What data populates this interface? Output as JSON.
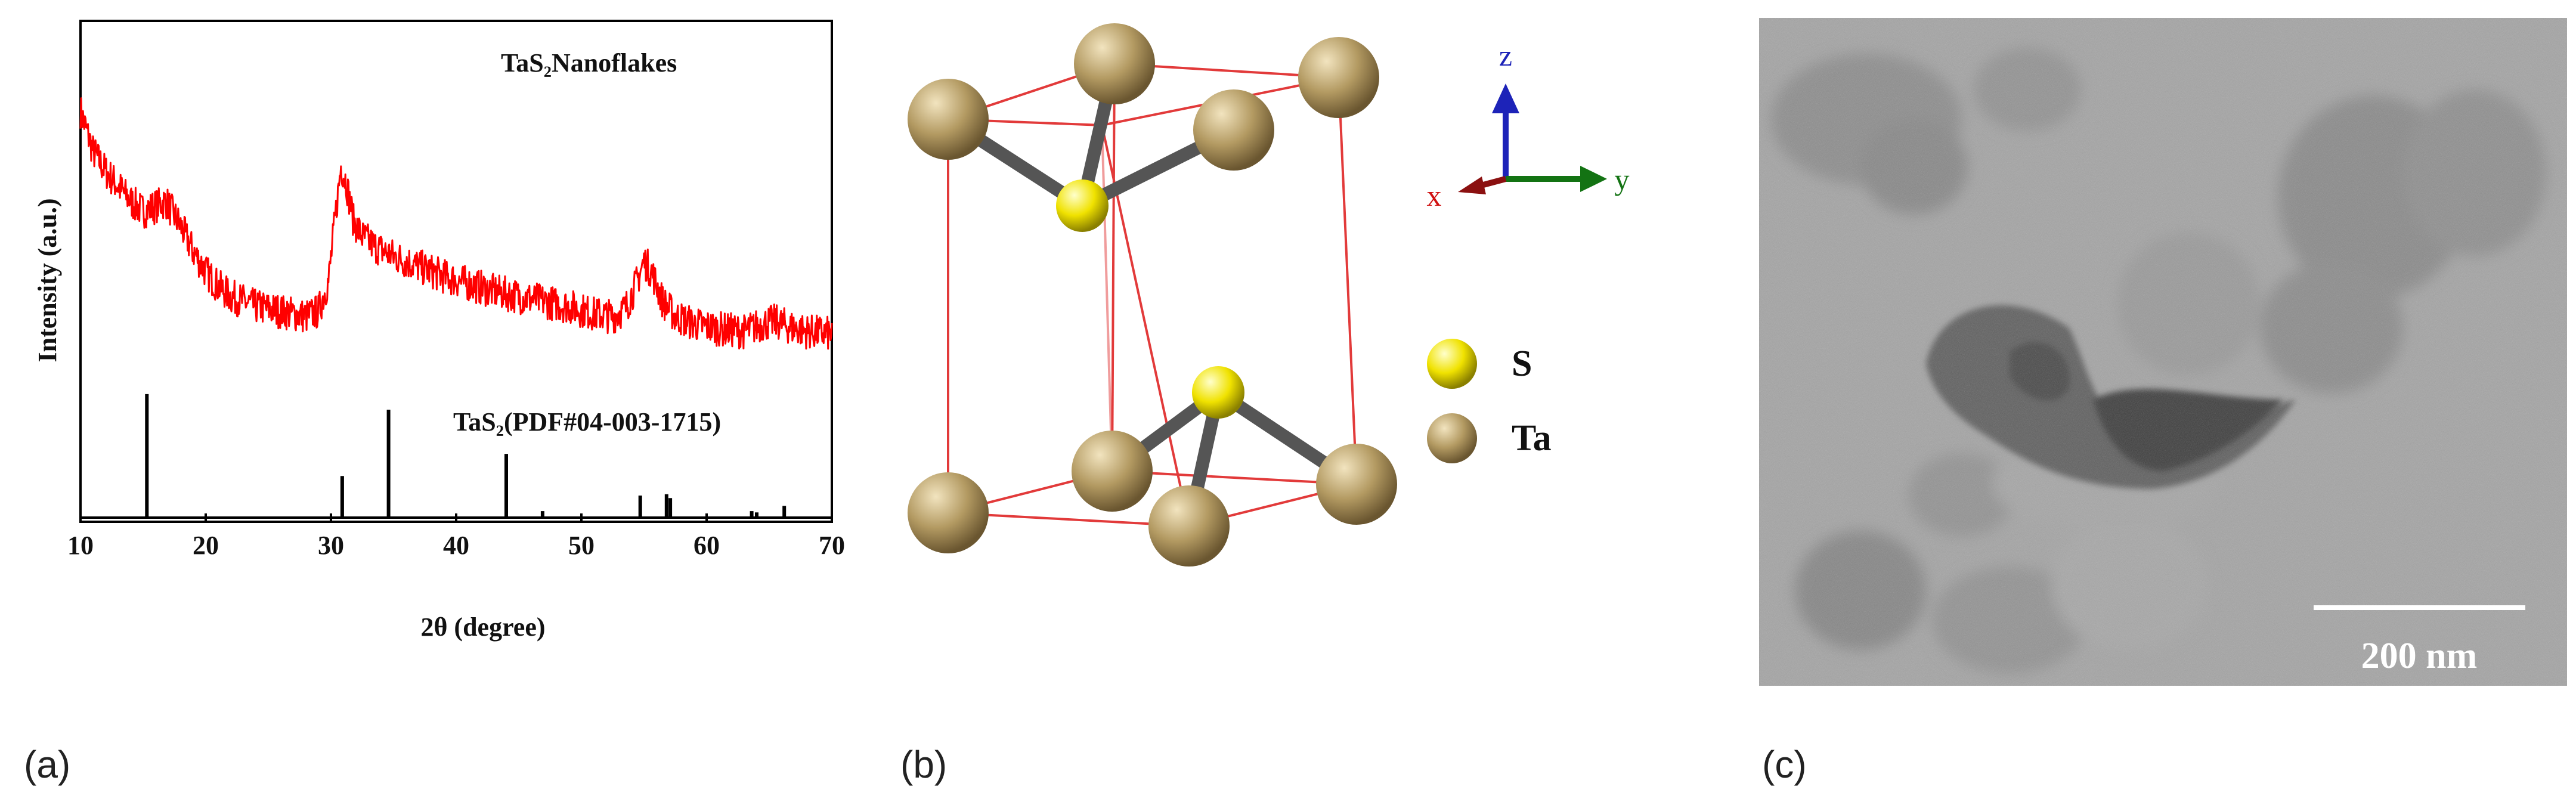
{
  "chart_data": {
    "type": "line",
    "xlabel": "2θ (degree)",
    "ylabel": "Intensity (a.u.)",
    "xlim": [
      10,
      70
    ],
    "xticks": [
      10,
      20,
      30,
      40,
      50,
      60,
      70
    ],
    "ylim": [
      0,
      100
    ],
    "grid": false,
    "series": [
      {
        "name": "TaS₂Nanoflakes",
        "color": "#ff0000",
        "x": [
          10,
          11,
          12,
          13,
          14,
          15,
          16,
          16.8,
          18,
          19,
          20,
          21,
          22,
          23,
          24,
          25,
          26,
          27,
          28,
          29,
          29.8,
          30.4,
          30.8,
          31.2,
          31.8,
          32.5,
          33.5,
          35,
          37,
          39,
          41,
          43,
          45,
          47,
          49,
          51,
          52.5,
          53.5,
          54.3,
          55,
          55.6,
          56.5,
          57.5,
          59,
          61,
          63,
          64.5,
          65.5,
          66.5,
          68,
          70
        ],
        "y": [
          82,
          74,
          70,
          67,
          64,
          62,
          63,
          64,
          59,
          54,
          50,
          47,
          45,
          44,
          43,
          42.5,
          42,
          41.5,
          41,
          42,
          48,
          62,
          71,
          68,
          60,
          57,
          55,
          53,
          51,
          49,
          47.5,
          46,
          45,
          44,
          43,
          41.5,
          41,
          42.5,
          47,
          52,
          50,
          44,
          41,
          39.5,
          38.5,
          38,
          39.5,
          40,
          39,
          38,
          37.5
        ]
      }
    ],
    "reference": {
      "name": "TaS₂(PDF#04-003-1715)",
      "color": "#000000",
      "peaks": [
        {
          "x": 15.3,
          "h": 95
        },
        {
          "x": 30.9,
          "h": 32
        },
        {
          "x": 34.6,
          "h": 83
        },
        {
          "x": 44.0,
          "h": 49
        },
        {
          "x": 46.9,
          "h": 5
        },
        {
          "x": 54.7,
          "h": 17
        },
        {
          "x": 56.8,
          "h": 18
        },
        {
          "x": 57.1,
          "h": 15
        },
        {
          "x": 63.6,
          "h": 5
        },
        {
          "x": 64.0,
          "h": 4
        },
        {
          "x": 66.2,
          "h": 9
        }
      ]
    }
  },
  "panels": {
    "a": "(a)",
    "b": "(b)",
    "c": "(c)"
  },
  "crystal": {
    "axes": {
      "z": "z",
      "y": "y",
      "x": "x"
    },
    "legend": [
      {
        "label": "S",
        "color": "#f2e600"
      },
      {
        "label": "Ta",
        "color": "#a08a58"
      }
    ]
  },
  "tem": {
    "scalebar_label": "200 nm"
  }
}
